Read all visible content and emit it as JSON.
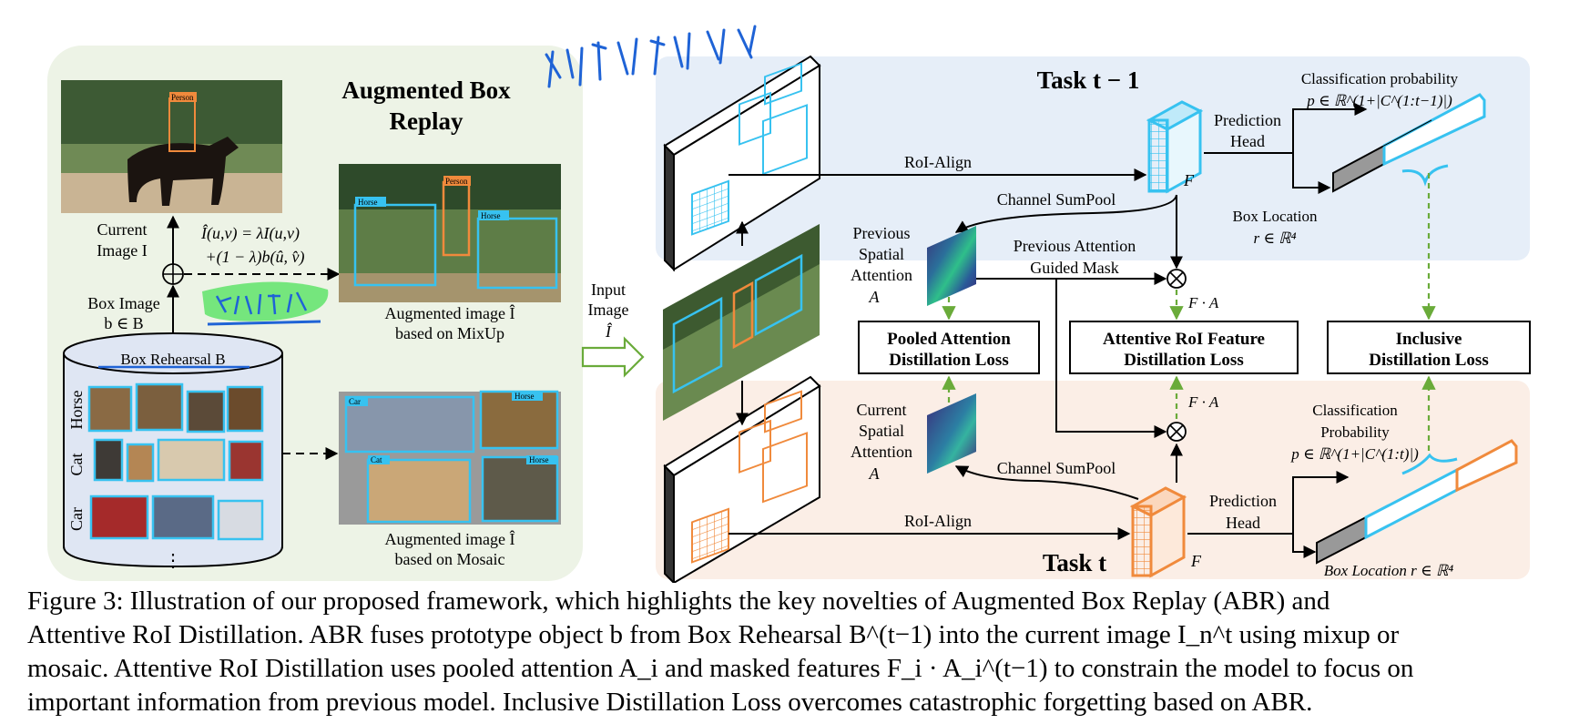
{
  "figure": {
    "left_panel": {
      "title_line1": "Augmented Box",
      "title_line2": "Replay",
      "current_image_label": "Current",
      "current_image_label2": "Image I",
      "box_image_label": "Box Image",
      "box_image_label2": "b ∈ B",
      "mix_formula_1": "Î(u,v) = λI(u,v)",
      "mix_formula_2": "+(1 − λ)b(û, v̂)",
      "box_rehearsal": "Box Rehearsal B",
      "categories": [
        "Horse",
        "Cat",
        "Car"
      ],
      "mixup_caption_1": "Augmented image Î",
      "mixup_caption_2": "based on MixUp",
      "mosaic_caption_1": "Augmented image Î",
      "mosaic_caption_2": "based on Mosaic",
      "photo_tags": {
        "person": "Person",
        "horse": "Horse",
        "car": "Car",
        "cat": "Cat"
      },
      "more_dots": "⋮"
    },
    "input_label": [
      "Input",
      "Image",
      "Î"
    ],
    "task_prev": {
      "title": "Task t − 1",
      "roi_align": "RoI-Align",
      "feature": "F",
      "pred_head_1": "Prediction",
      "pred_head_2": "Head",
      "class_prob": "Classification probability",
      "class_prob_formula": "p ∈ ℝ^(1+|C^(1:t−1)|)",
      "box_location": "Box Location",
      "box_formula": "r ∈ ℝ⁴",
      "channel_sumpool": "Channel SumPool"
    },
    "middle": {
      "prev_spatial": [
        "Previous",
        "Spatial",
        "Attention",
        "A"
      ],
      "prev_mask_1": "Previous Attention",
      "prev_mask_2": "Guided Mask",
      "fa_prev": "F · A",
      "fa_cur": "F · A",
      "loss_pooled": [
        "Pooled Attention",
        "Distillation Loss"
      ],
      "loss_attentive": [
        "Attentive RoI Feature",
        "Distillation Loss"
      ],
      "loss_inclusive": [
        "Inclusive",
        "Distillation Loss"
      ],
      "cur_spatial": [
        "Current",
        "Spatial",
        "Attention",
        "A"
      ]
    },
    "task_cur": {
      "title": "Task t",
      "roi_align": "RoI-Align",
      "feature": "F",
      "pred_head_1": "Prediction",
      "pred_head_2": "Head",
      "class_prob_1": "Classification",
      "class_prob_2": "Probability",
      "class_prob_formula": "p ∈ ℝ^(1+|C^(1:t)|)",
      "box_location": "Box Location r ∈ ℝ⁴",
      "channel_sumpool": "Channel SumPool"
    },
    "colors": {
      "left_bg": "#edf3e6",
      "blue_bg": "#e6eef8",
      "orange_bg": "#fbeee6",
      "cyan": "#37c2f0",
      "orange": "#f08a3c",
      "green_dash": "#6aab3a",
      "pen_blue": "#1f63d6",
      "highlighter": "#5fe36a"
    }
  },
  "caption": [
    "Figure 3: Illustration of our proposed framework, which highlights the key novelties of Augmented Box Replay (ABR) and",
    "Attentive RoI Distillation. ABR fuses prototype object b from Box Rehearsal B^(t−1) into the current image I_n^t using mixup or",
    "mosaic. Attentive RoI Distillation uses pooled attention A_i and masked features F_i · A_i^(t−1) to constrain the model to focus on",
    "important information from previous model. Inclusive Distillation Loss overcomes catastrophic forgetting based on ABR."
  ]
}
